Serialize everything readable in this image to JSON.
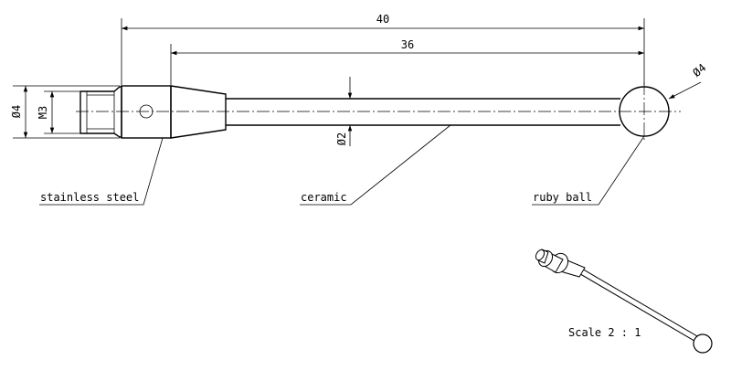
{
  "dimensions": {
    "overall_length": "40",
    "shaft_length": "36",
    "thread_diameter": "Ø4",
    "thread_size": "M3",
    "stem_diameter": "Ø2",
    "ball_diameter": "Ø4"
  },
  "labels": {
    "stainless_steel": "stainless steel",
    "ceramic": "ceramic",
    "ruby_ball": "ruby ball"
  },
  "scale": "Scale 2 : 1"
}
